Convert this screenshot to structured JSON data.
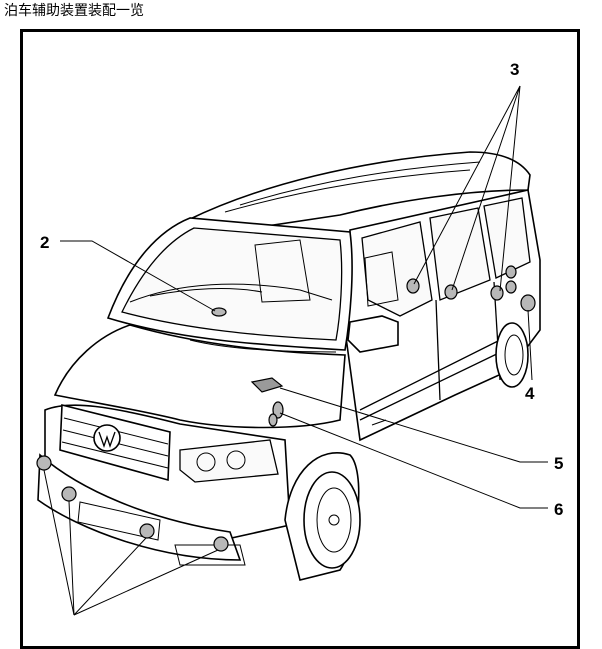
{
  "title": "泊车辅助装置装配一览",
  "callouts": {
    "c1": "",
    "c2": "2",
    "c3": "3",
    "c4": "4",
    "c5": "5",
    "c6": "6"
  },
  "colors": {
    "line": "#000000",
    "sensor_fill": "#b8b8b8",
    "control_unit_fill": "#9a9a9a"
  }
}
